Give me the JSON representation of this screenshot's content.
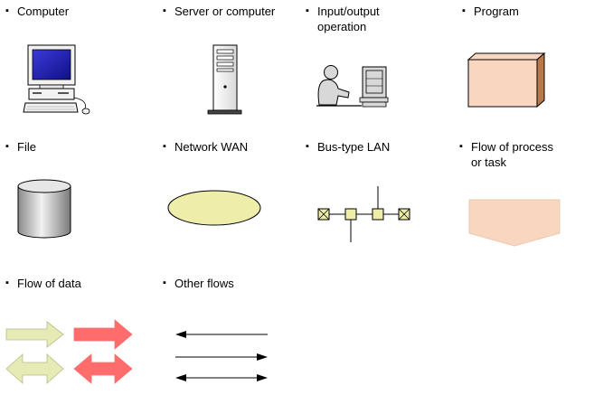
{
  "legend": {
    "bullet": "▪",
    "items": [
      {
        "key": "computer",
        "label": "Computer"
      },
      {
        "key": "server",
        "label": "Server or computer"
      },
      {
        "key": "io",
        "label": "Input/output\noperation"
      },
      {
        "key": "program",
        "label": "Program"
      },
      {
        "key": "file",
        "label": "File"
      },
      {
        "key": "wan",
        "label": "Network WAN"
      },
      {
        "key": "lan",
        "label": "Bus-type LAN"
      },
      {
        "key": "flow",
        "label": "Flow of process\nor task"
      },
      {
        "key": "data",
        "label": "Flow of data"
      },
      {
        "key": "other",
        "label": "Other flows"
      }
    ]
  },
  "colors": {
    "computer_screen": "#1a1aa6",
    "program_fill": "#f8d6c0",
    "program_side": "#b87848",
    "file_fill": "#c8c8c8",
    "wan_fill": "#eeeeaa",
    "lan_node_fill": "#eeeeaa",
    "flow_fill": "#f8d6c0",
    "data_arrow_green": "#e6eab4",
    "data_arrow_red": "#ff6c6c"
  }
}
